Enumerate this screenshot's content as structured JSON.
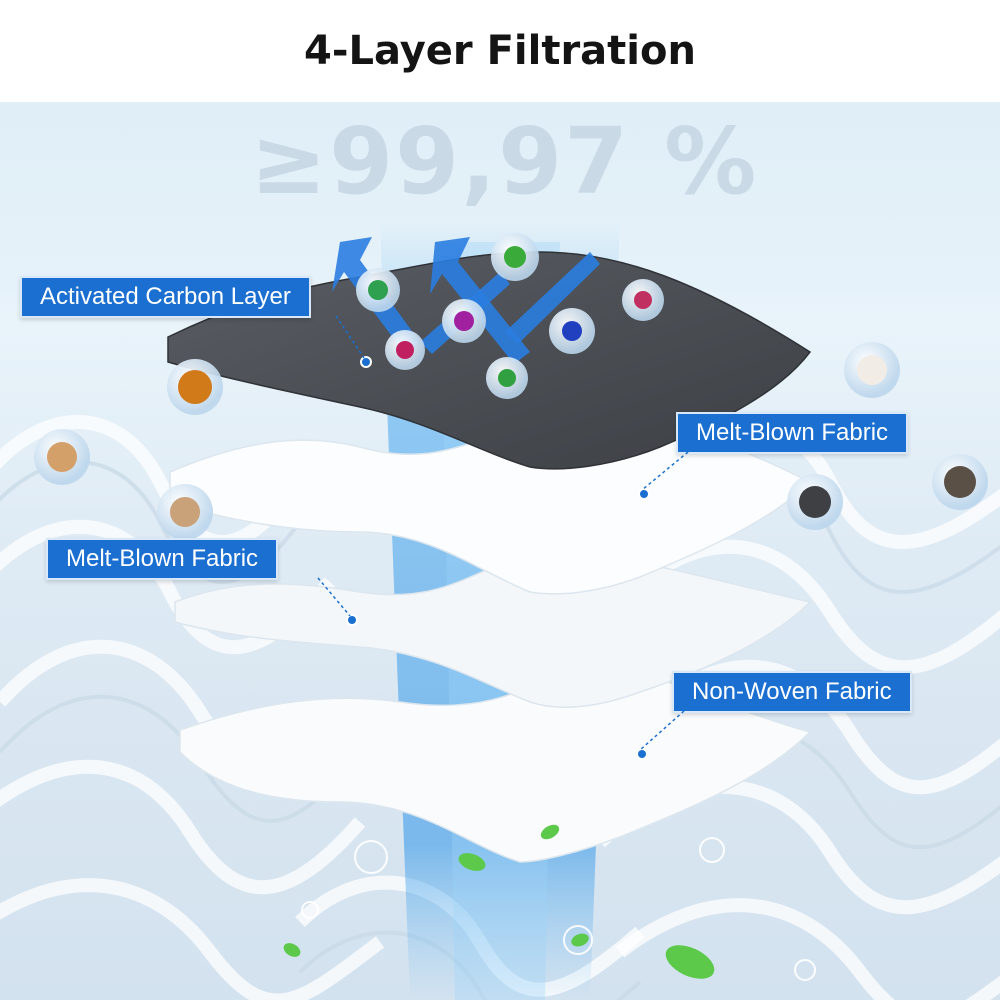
{
  "title": "4-Layer Filtration",
  "headline_stat": "≥99,97 %",
  "layers": [
    {
      "label": "Activated Carbon Layer"
    },
    {
      "label": "Melt-Blown Fabric"
    },
    {
      "label": "Melt-Blown Fabric"
    },
    {
      "label": "Non-Woven Fabric"
    }
  ],
  "colors": {
    "label_bg": "#1a6fd1",
    "carbon_layer": "#4a4d52",
    "fabric_layer": "#fafbfc",
    "background": "#dfeef7"
  }
}
